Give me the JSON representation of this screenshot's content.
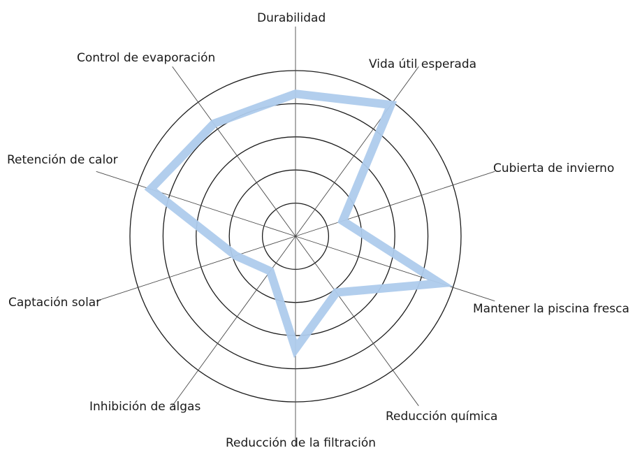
{
  "chart_data": {
    "type": "radar",
    "axes": [
      "Durabilidad",
      "Vida útil esperada",
      "Cubierta de invierno",
      "Mantener la piscina fresca",
      "Reducción química",
      "Reducción de la filtración",
      "Inhibición de algas",
      "Captación solar",
      "Retención de calor",
      "Control de evaporación"
    ],
    "rings": 5,
    "range": [
      0,
      5
    ],
    "grid": true,
    "series": [
      {
        "values": [
          4.3,
          4.9,
          1.5,
          4.6,
          2.1,
          3.4,
          1.3,
          1.9,
          4.6,
          4.2
        ],
        "color": "#aecbec"
      }
    ]
  }
}
